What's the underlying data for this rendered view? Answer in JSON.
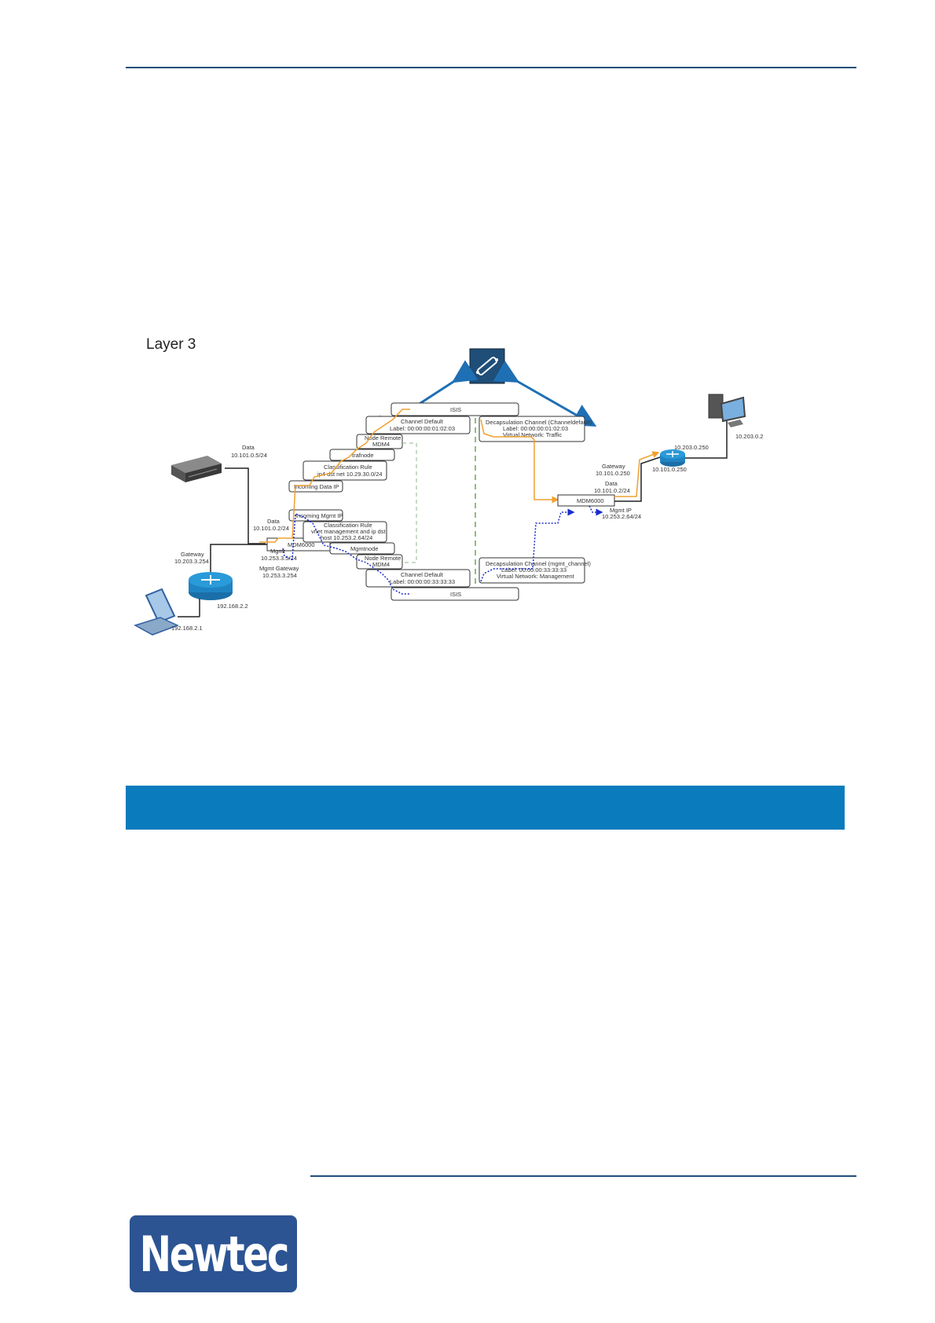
{
  "section": {
    "title": "Layer 3"
  },
  "diagram": {
    "left": {
      "server": {
        "label1": "Data",
        "label2": "10.101.0.5/24"
      },
      "data_iface": {
        "label1": "Data",
        "label2": "10.101.0.2/24"
      },
      "mdm": "MDM6000",
      "router_gw": {
        "label1": "Gateway",
        "label2": "10.203.3.254"
      },
      "mgmt": {
        "label1": "Mgmt",
        "label2": "10.253.3.5/24"
      },
      "mgmt_gw": {
        "label1": "Mgmt Gateway",
        "label2": "10.253.3.254"
      },
      "router_ip": "192.168.2.2",
      "laptop_ip": "192.168.2.1"
    },
    "pipeline": {
      "top_isis": "ISIS",
      "channel_default_top": {
        "line1": "Channel Default",
        "line2": "Label: 00:00:00:01:02:03"
      },
      "node_remote_top": {
        "line1": "Node Remote",
        "line2": "MDM4"
      },
      "trafnode": "trafnode",
      "class_rule_top": {
        "line1": "Classification Rule",
        "line2": "ip4 dst net 10.29.30.0/24"
      },
      "incoming_data": "Incoming Data IP",
      "incoming_mgmt": "Incoming Mgmt IP",
      "class_rule_bottom": {
        "line1": "Classification Rule",
        "line2": "vnet management and ip dst",
        "line3": "host 10.253.2.64/24"
      },
      "mgmtnode": "Mgmtnode",
      "node_remote_bottom": {
        "line1": "Node Remote",
        "line2": "MDM4"
      },
      "channel_default_bottom": {
        "line1": "Channel Default",
        "line2": "Label: 00:00:00:33:33:33"
      },
      "bottom_isis": "ISIS"
    },
    "decap": {
      "top": {
        "line1": "Decapsulation Channel (Channeldefault)",
        "line2": "Label: 00:00:00:01:02:03",
        "line3": "Virtual Network: Traffic"
      },
      "bottom": {
        "line1": "Decapsulation Channel (mgmt_channel)",
        "line2": "Label: 00:00:00:33:33:33",
        "line3": "Virtual Network: Management"
      }
    },
    "right": {
      "gateway": {
        "label1": "Gateway",
        "label2": "10.101.0.250"
      },
      "data": {
        "label1": "Data",
        "label2": "10.101.0.2/24"
      },
      "mdm": "MDM6000",
      "mgmt_ip": {
        "label1": "Mgmt IP",
        "label2": "10.253.2.64/24"
      },
      "router_top": "10.203.0.250",
      "router_bottom": "10.101.0.250",
      "pc_ip": "10.203.0.2"
    }
  },
  "colors": {
    "traffic": "#f0a030",
    "management": "#1a2ccc",
    "rule": "#1f4e79",
    "band": "#0a7bbd",
    "logo": "#2c5493",
    "dashed_green": "#6aa84f"
  },
  "logo": {
    "text": "Newtec"
  }
}
